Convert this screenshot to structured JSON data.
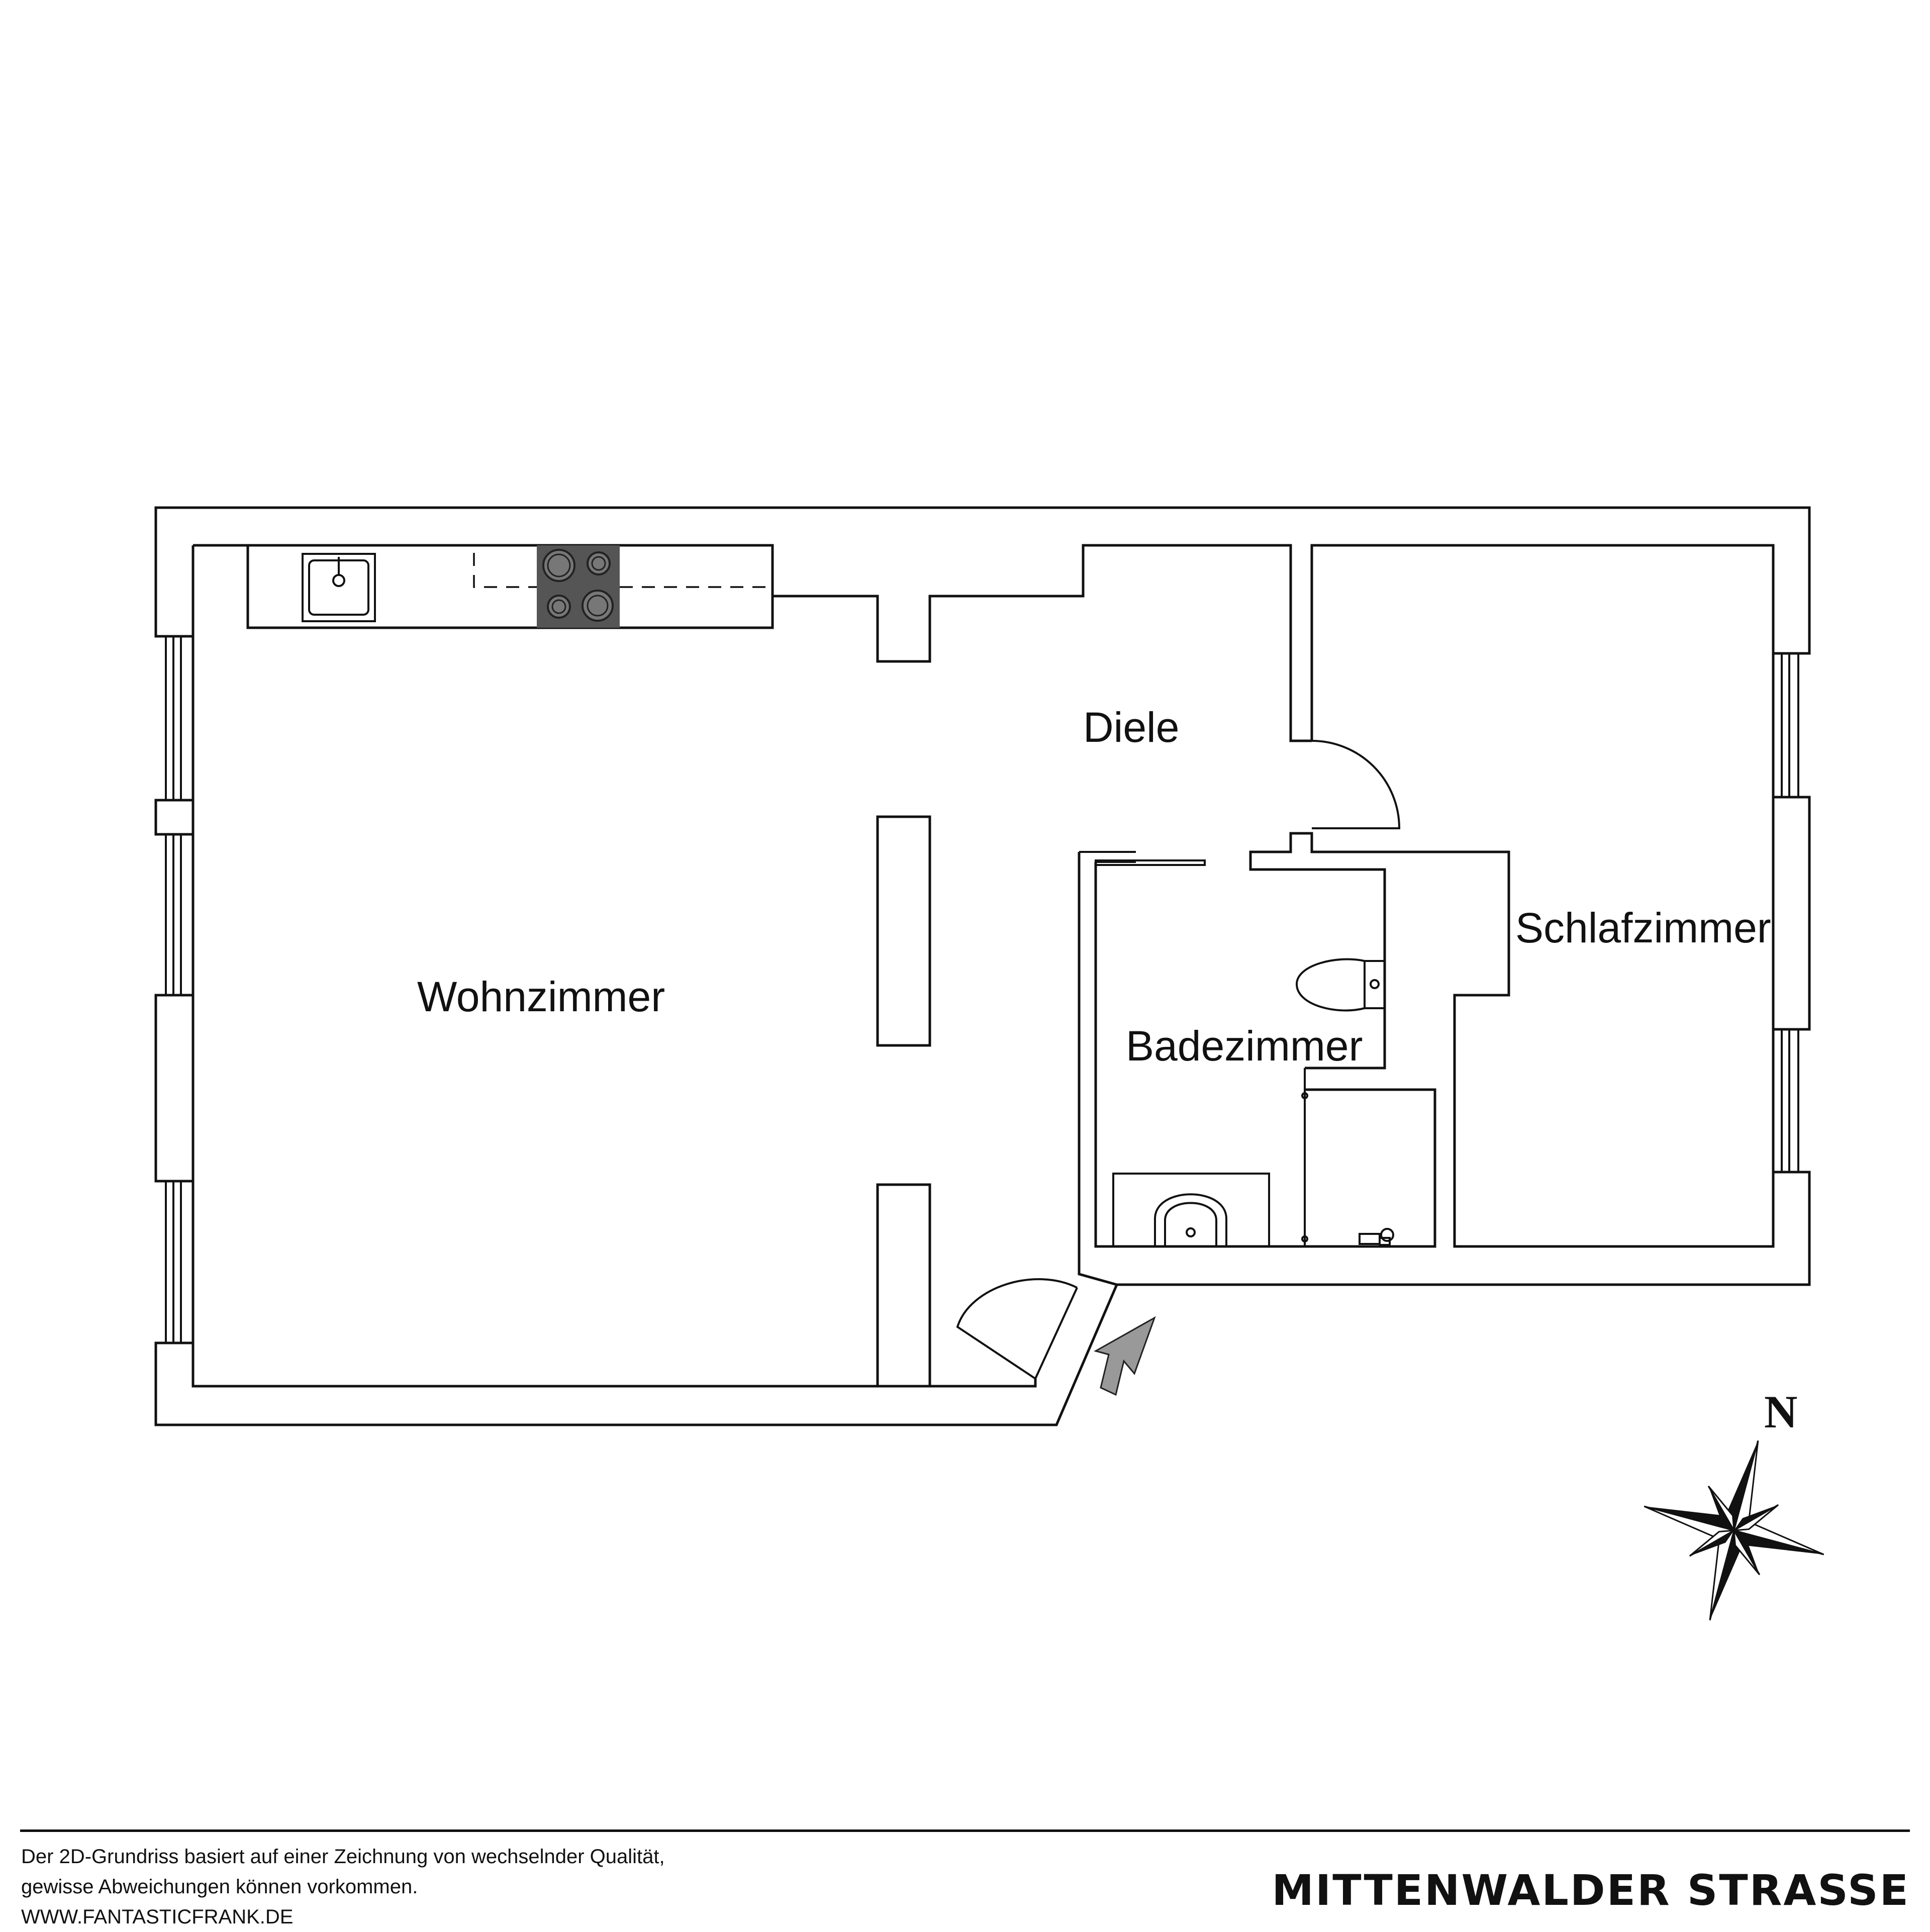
{
  "rooms": {
    "living": "Wohnzimmer",
    "hall": "Diele",
    "bath": "Badezimmer",
    "bedroom": "Schlafzimmer"
  },
  "compass": {
    "north_label": "N"
  },
  "footer": {
    "disclaimer_line1": "Der 2D-Grundriss basiert auf einer Zeichnung von wechselnder Qualität,",
    "disclaimer_line2": "gewisse Abweichungen können vorkommen.",
    "website": "WWW.FANTASTICFRANK.DE",
    "street": "MITTENWALDER STRASSE"
  },
  "colors": {
    "line": "#111111",
    "stove": "#555555",
    "burner": "#777777",
    "entry_arrow": "#999999"
  }
}
